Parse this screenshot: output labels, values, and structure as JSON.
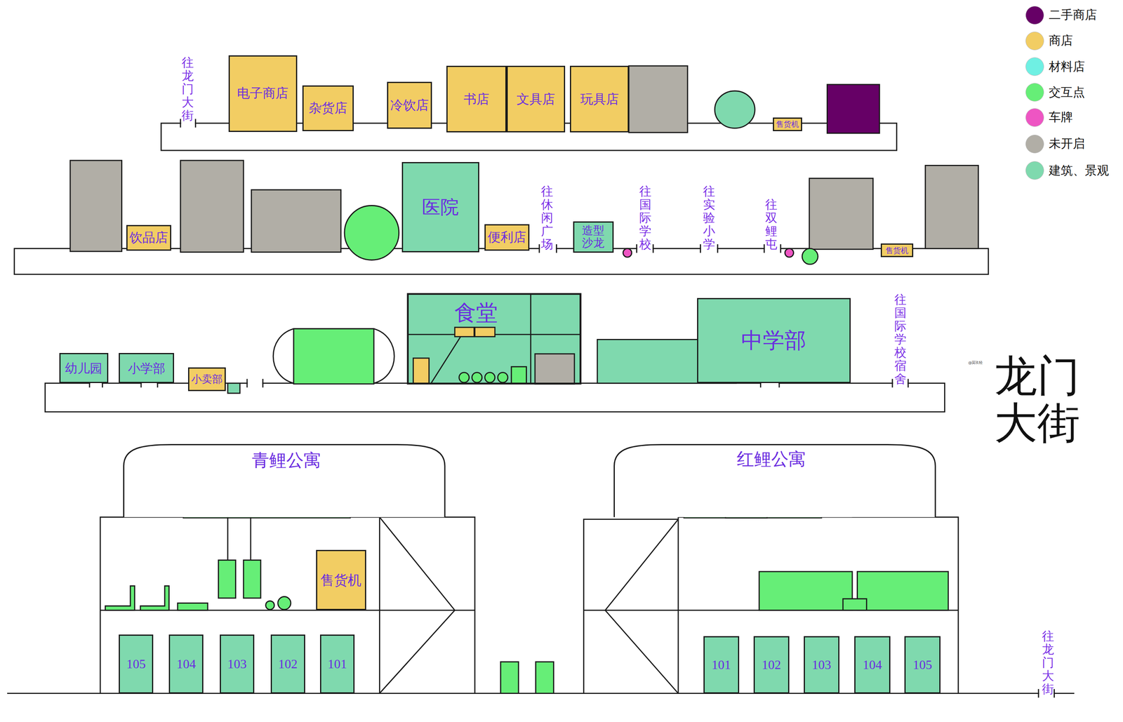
{
  "diagram": {
    "title": "龙门 大街",
    "nodes": [
      {
        "text": [
          "电子商店"
        ]
      },
      {
        "text": [
          "杂货店"
        ]
      },
      {
        "text": [
          "冷饮店"
        ]
      },
      {
        "text": [
          "书店"
        ]
      },
      {
        "text": [
          "文具店"
        ]
      },
      {
        "text": [
          "玩具店"
        ]
      },
      {
        "text": [
          "售货机"
        ]
      },
      {
        "text": [
          "饮品店"
        ]
      },
      {
        "text": [
          "医院"
        ]
      },
      {
        "text": [
          "便利店"
        ]
      },
      {
        "text": [
          "造型 沙龙"
        ]
      },
      {
        "text": [
          "售货机"
        ]
      },
      {
        "text": [
          "幼儿园"
        ]
      },
      {
        "text": [
          "小学部"
        ]
      },
      {
        "text": [
          "小卖部"
        ]
      },
      {
        "text": [
          "食堂"
        ]
      },
      {
        "text": [
          "中学部"
        ]
      },
      {
        "text": [
          "青鲤公寓"
        ]
      },
      {
        "text": [
          "售货机"
        ]
      },
      {
        "text": [
          "105"
        ]
      },
      {
        "text": [
          "104"
        ]
      },
      {
        "text": [
          "103"
        ]
      },
      {
        "text": [
          "102"
        ]
      },
      {
        "text": [
          "101"
        ]
      },
      {
        "text": [
          "红鲤公寓"
        ]
      },
      {
        "text": [
          "101"
        ]
      },
      {
        "text": [
          "102"
        ]
      },
      {
        "text": [
          "103"
        ]
      },
      {
        "text": [
          "104"
        ]
      },
      {
        "text": [
          "105"
        ]
      }
    ],
    "labels": [
      "往龙门大街",
      "往休闲广场",
      "往国际学校",
      "往实验小学",
      "往双鲤屯",
      "往国际学校宿舍",
      "往龙门大街",
      "@莫玖轻"
    ],
    "legend": [
      {
        "text": "二手商店",
        "color": "#660066"
      },
      {
        "text": "商店",
        "color": "#f2cd63"
      },
      {
        "text": "材料店",
        "color": "#6ff0e3"
      },
      {
        "text": "交互点",
        "color": "#66ee77"
      },
      {
        "text": "车牌",
        "color": "#ee55c3"
      },
      {
        "text": "未开启",
        "color": "#b1aea6"
      },
      {
        "text": "建筑、景观",
        "color": "#7fd9ae"
      }
    ]
  }
}
